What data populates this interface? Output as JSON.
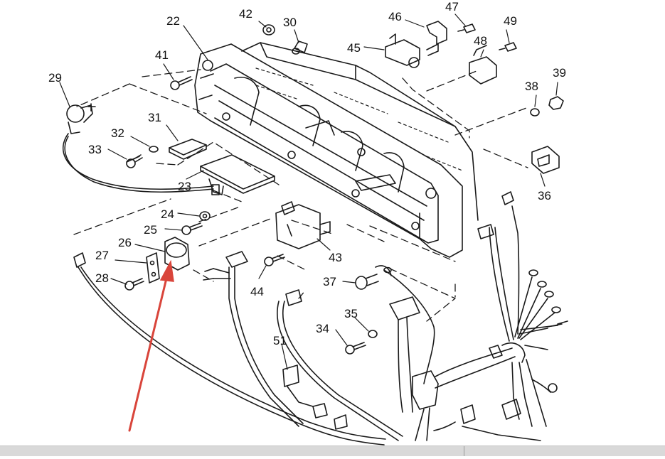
{
  "diagram": {
    "colors": {
      "line": "#1a1a1a",
      "arrow": "#d9453b",
      "bar": "#d9d9d9"
    },
    "labels": [
      "22",
      "42",
      "30",
      "46",
      "47",
      "49",
      "41",
      "45",
      "48",
      "29",
      "38",
      "39",
      "31",
      "32",
      "33",
      "23",
      "36",
      "24",
      "25",
      "26",
      "27",
      "28",
      "43",
      "44",
      "37",
      "35",
      "34",
      "51"
    ]
  }
}
